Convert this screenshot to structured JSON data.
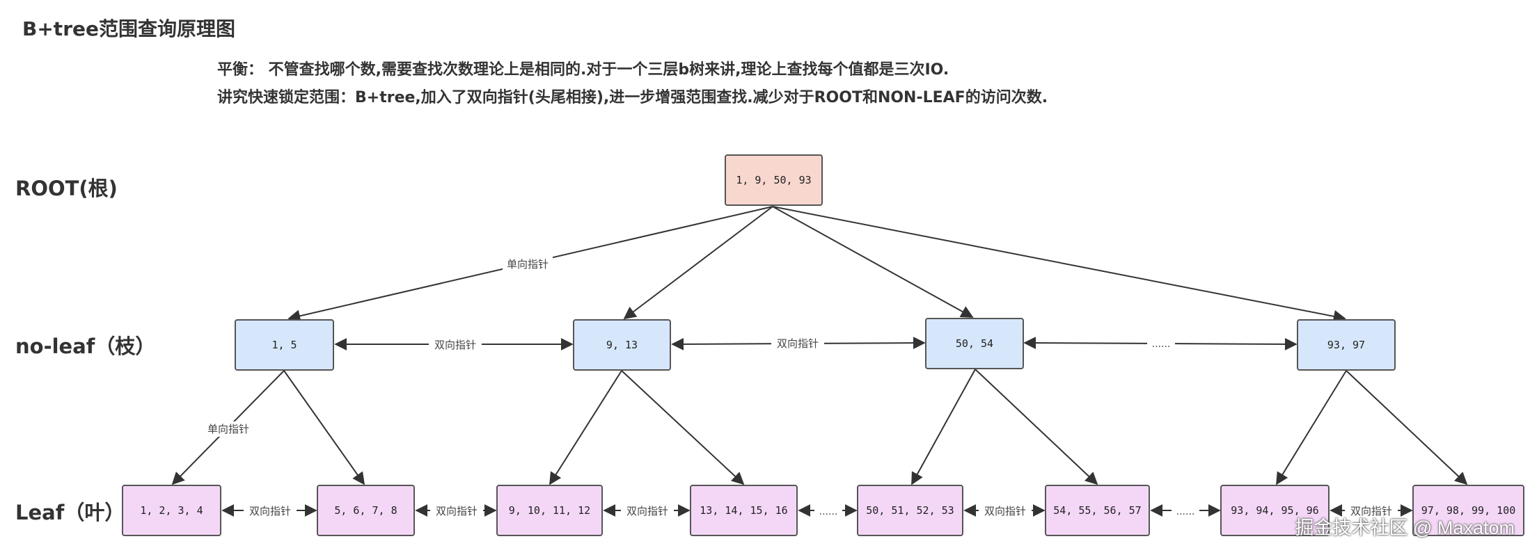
{
  "title": "B+tree范围查询原理图",
  "notes": {
    "line1": "平衡： 不管查找哪个数,需要查找次数理论上是相同的.对于一个三层b树来讲,理论上查找每个值都是三次IO.",
    "line2": "讲究快速锁定范围：B+tree,加入了双向指针(头尾相接),进一步增强范围查找.减少对于ROOT和NON-LEAF的访问次数."
  },
  "levels": {
    "root": "ROOT(根)",
    "nonleaf": "no-leaf（枝）",
    "leaf": "Leaf（叶）"
  },
  "nodes": {
    "root": "1, 9, 50, 93",
    "nonleaf": [
      "1, 5",
      "9, 13",
      "50, 54",
      "93, 97"
    ],
    "leaf": [
      "1, 2, 3, 4",
      "5, 6, 7, 8",
      "9, 10, 11, 12",
      "13, 14, 15, 16",
      "50, 51, 52, 53",
      "54, 55, 56, 57",
      "93, 94, 95, 96",
      "97, 98, 99, 100"
    ]
  },
  "edge_labels": {
    "one_way": "单向指针",
    "two_way": "双向指针",
    "ellipsis": "......"
  },
  "watermark": "掘金技术社区 @ Maxatom",
  "colors": {
    "root": "#f8d7cf",
    "nonleaf": "#d6e7fb",
    "leaf": "#f4d7f7",
    "stroke": "#333333"
  }
}
